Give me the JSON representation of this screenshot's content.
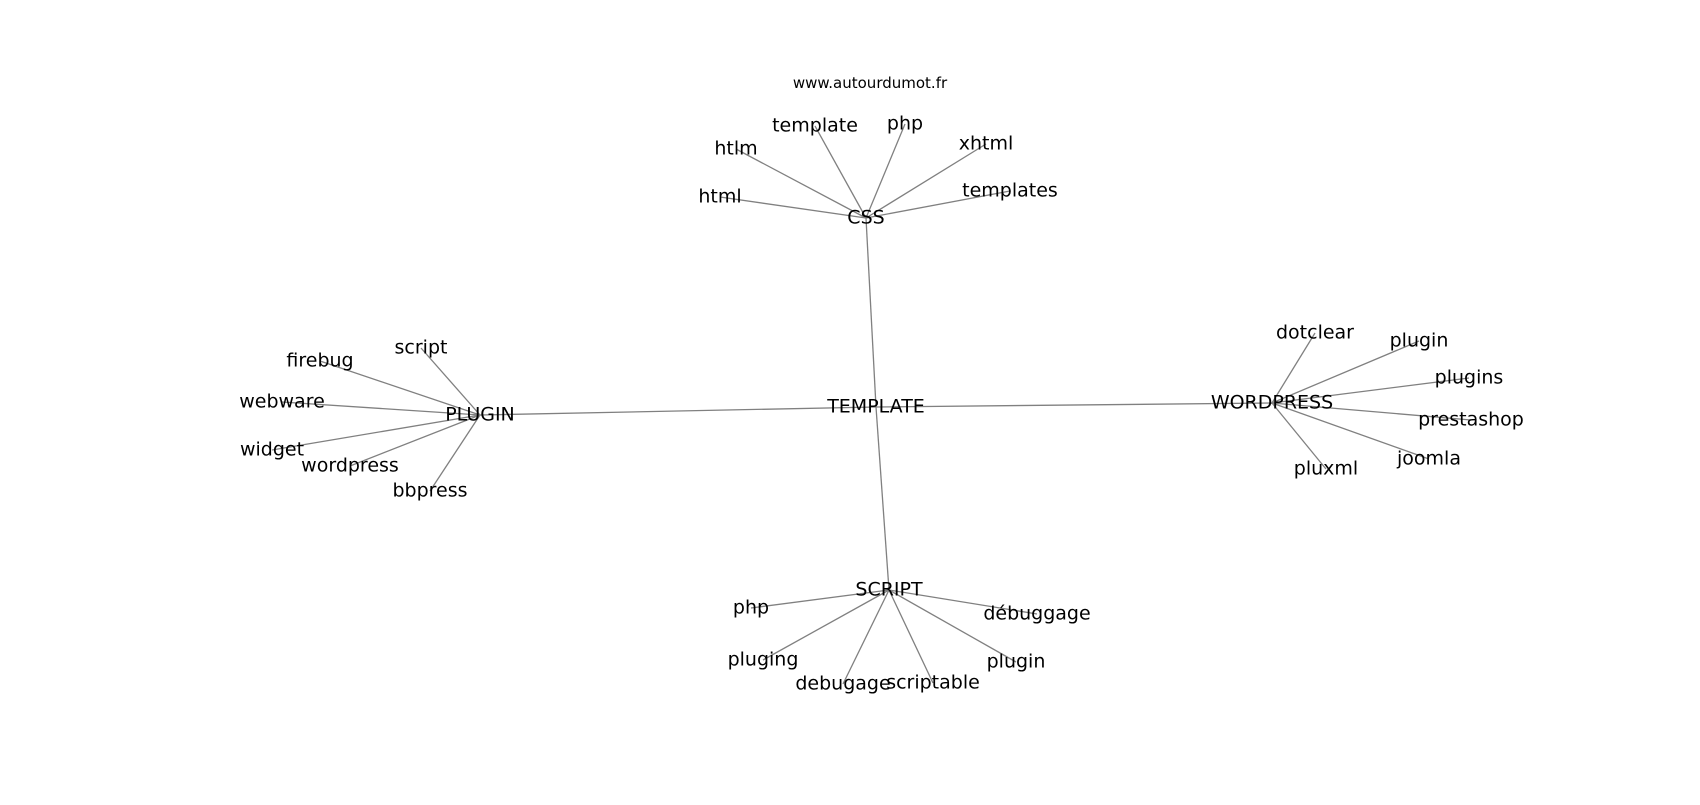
{
  "source": "www.autourdumot.fr",
  "colors": {
    "edge": "#808080",
    "text": "#000000",
    "background": "#ffffff"
  },
  "graph": {
    "root": "TEMPLATE",
    "hubs": [
      {
        "label": "CSS",
        "children": [
          "html",
          "htlm",
          "template",
          "php",
          "xhtml",
          "templates"
        ]
      },
      {
        "label": "PLUGIN",
        "children": [
          "script",
          "firebug",
          "webware",
          "widget",
          "wordpress",
          "bbpress"
        ]
      },
      {
        "label": "WORDPRESS",
        "children": [
          "dotclear",
          "plugin",
          "plugins",
          "prestashop",
          "joomla",
          "pluxml"
        ]
      },
      {
        "label": "SCRIPT",
        "children": [
          "php",
          "pluging",
          "debugage",
          "scriptable",
          "plugin",
          "débuggage"
        ]
      }
    ]
  }
}
